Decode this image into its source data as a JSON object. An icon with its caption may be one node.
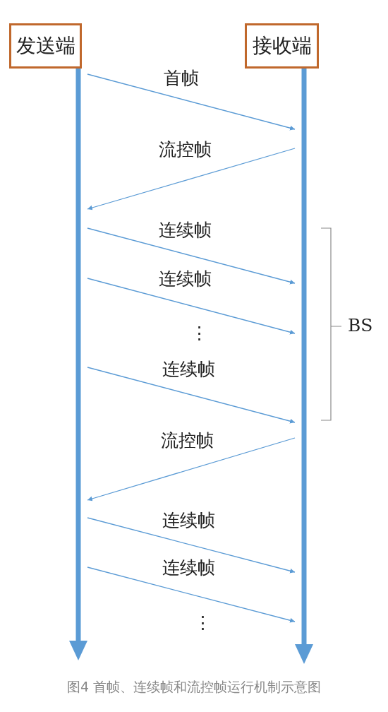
{
  "diagram": {
    "caption": "图4 首帧、连续帧和流控帧运行机制示意图",
    "nodes": [
      {
        "text": [
          "发送端"
        ]
      },
      {
        "text": [
          "接收端"
        ]
      },
      {
        "text": [],
        "shape": "bar"
      },
      {
        "text": [],
        "shape": "bar"
      }
    ],
    "edges": [
      {
        "from": 2,
        "to": 3,
        "arrow": "to",
        "label": "首帧"
      },
      {
        "from": 3,
        "to": 2,
        "arrow": "to",
        "label": "流控帧"
      },
      {
        "from": 2,
        "to": 3,
        "arrow": "to",
        "label": "连续帧"
      },
      {
        "from": 2,
        "to": 3,
        "arrow": "to",
        "label": "连续帧"
      },
      {
        "from": 2,
        "to": 3,
        "arrow": "to",
        "label": "连续帧"
      },
      {
        "from": 3,
        "to": 2,
        "arrow": "to",
        "label": "流控帧"
      },
      {
        "from": 2,
        "to": 3,
        "arrow": "to",
        "label": "连续帧"
      },
      {
        "from": 2,
        "to": 3,
        "arrow": "to",
        "label": "连续帧"
      }
    ],
    "labels": [
      "⋮",
      "BS",
      "⋮"
    ]
  }
}
